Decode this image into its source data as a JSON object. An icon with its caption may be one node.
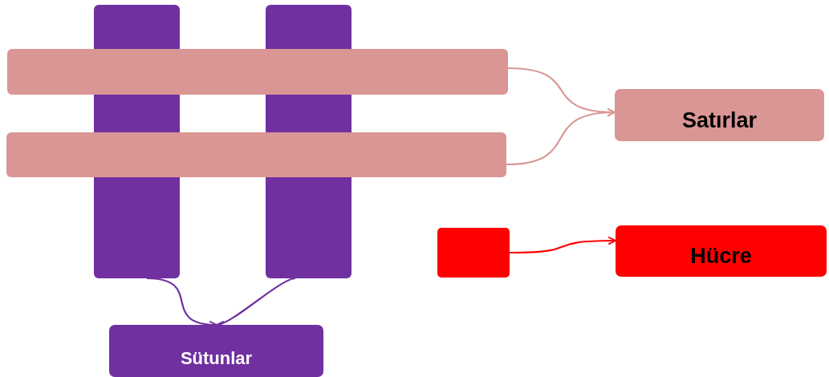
{
  "diagram": {
    "nodes": [
      {
        "text": [],
        "shape": "bar"
      },
      {
        "text": [],
        "shape": "bar"
      },
      {
        "text": [],
        "shape": "bar"
      },
      {
        "text": [],
        "shape": "bar"
      },
      {
        "text": [
          "Satırlar"
        ]
      },
      {
        "text": [],
        "shape": "box"
      },
      {
        "text": [
          "Hücre"
        ]
      },
      {
        "text": [
          "Sütunlar"
        ]
      }
    ],
    "edges": [
      {
        "from": 2,
        "to": 4,
        "arrow": "to",
        "color": "#d99694"
      },
      {
        "from": 3,
        "to": 4,
        "arrow": "to",
        "color": "#d99694"
      },
      {
        "from": 5,
        "to": 6,
        "arrow": "to",
        "color": "#ff0000"
      },
      {
        "from": 0,
        "to": 7,
        "arrow": "to",
        "color": "#7030a0"
      },
      {
        "from": 1,
        "to": 7,
        "arrow": "to",
        "color": "#7030a0"
      }
    ]
  }
}
